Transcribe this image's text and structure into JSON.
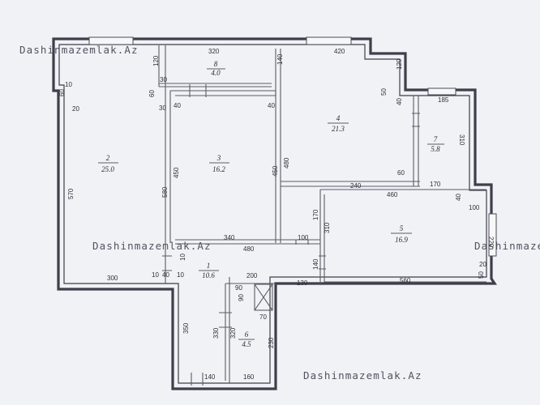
{
  "watermark": "Dashinmazemlak.Az",
  "rooms": [
    {
      "number": "1",
      "area": "10.6"
    },
    {
      "number": "2",
      "area": "25.0"
    },
    {
      "number": "3",
      "area": "16.2"
    },
    {
      "number": "4",
      "area": "21.3"
    },
    {
      "number": "5",
      "area": "16.9"
    },
    {
      "number": "6",
      "area": "4.5"
    },
    {
      "number": "7",
      "area": "5.8"
    },
    {
      "number": "8",
      "area": "4.0"
    }
  ],
  "dimensions": [
    "320",
    "120",
    "30",
    "60",
    "30",
    "40",
    "40",
    "420",
    "140",
    "120",
    "50",
    "40",
    "185",
    "310",
    "60",
    "170",
    "240",
    "460",
    "100",
    "40",
    "229",
    "20",
    "50",
    "560",
    "130",
    "140",
    "310",
    "170",
    "100",
    "340",
    "480",
    "450",
    "450",
    "480",
    "580",
    "570",
    "60",
    "20",
    "10",
    "300",
    "10",
    "40",
    "10",
    "200",
    "90",
    "90",
    "70",
    "320",
    "330",
    "230",
    "350",
    "140",
    "160",
    "10"
  ]
}
